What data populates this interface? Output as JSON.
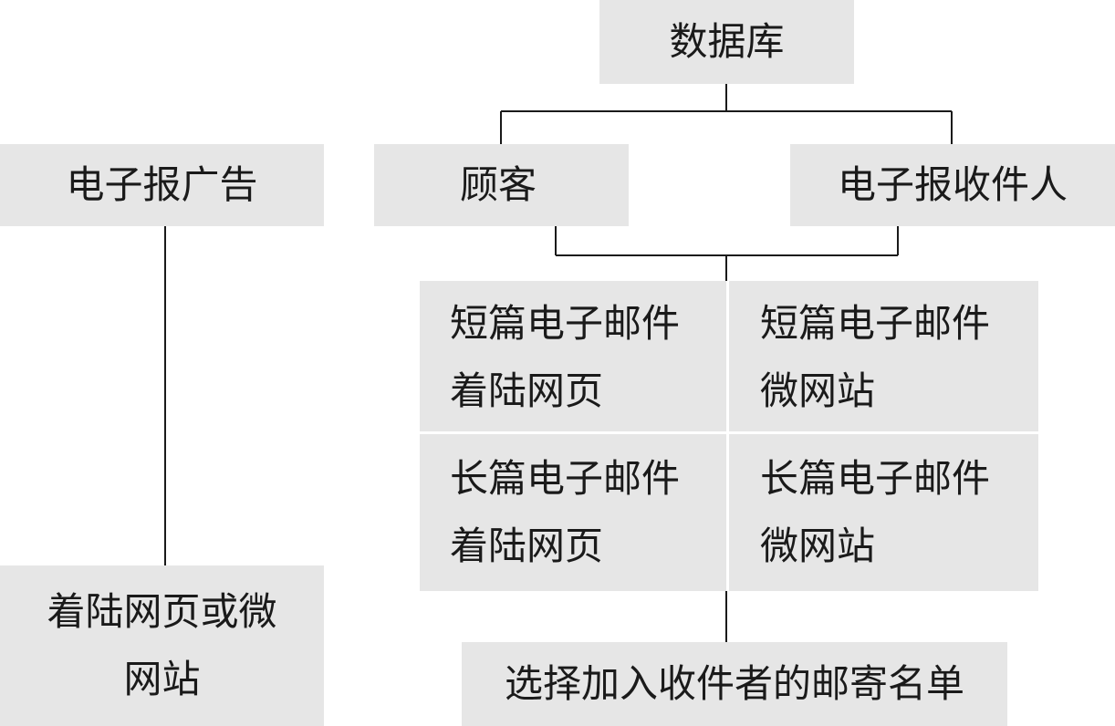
{
  "nodes": {
    "database": "数据库",
    "customers": "顾客",
    "newsletter_recipients": "电子报收件人",
    "newsletter_ad": "电子报广告",
    "landing_or_microsite": "着陆网页或微\n网站",
    "final_step": "选择加入收件者的邮寄名单"
  },
  "grid": {
    "short_landing": "短篇电子邮件\n着陆网页",
    "short_microsite": "短篇电子邮件\n微网站",
    "long_landing": "长篇电子邮件\n着陆网页",
    "long_microsite": "长篇电子邮件\n微网站"
  },
  "colors": {
    "box_fill": "#e6e6e6",
    "line": "#1a1a1a",
    "grid_divider": "#ffffff"
  }
}
